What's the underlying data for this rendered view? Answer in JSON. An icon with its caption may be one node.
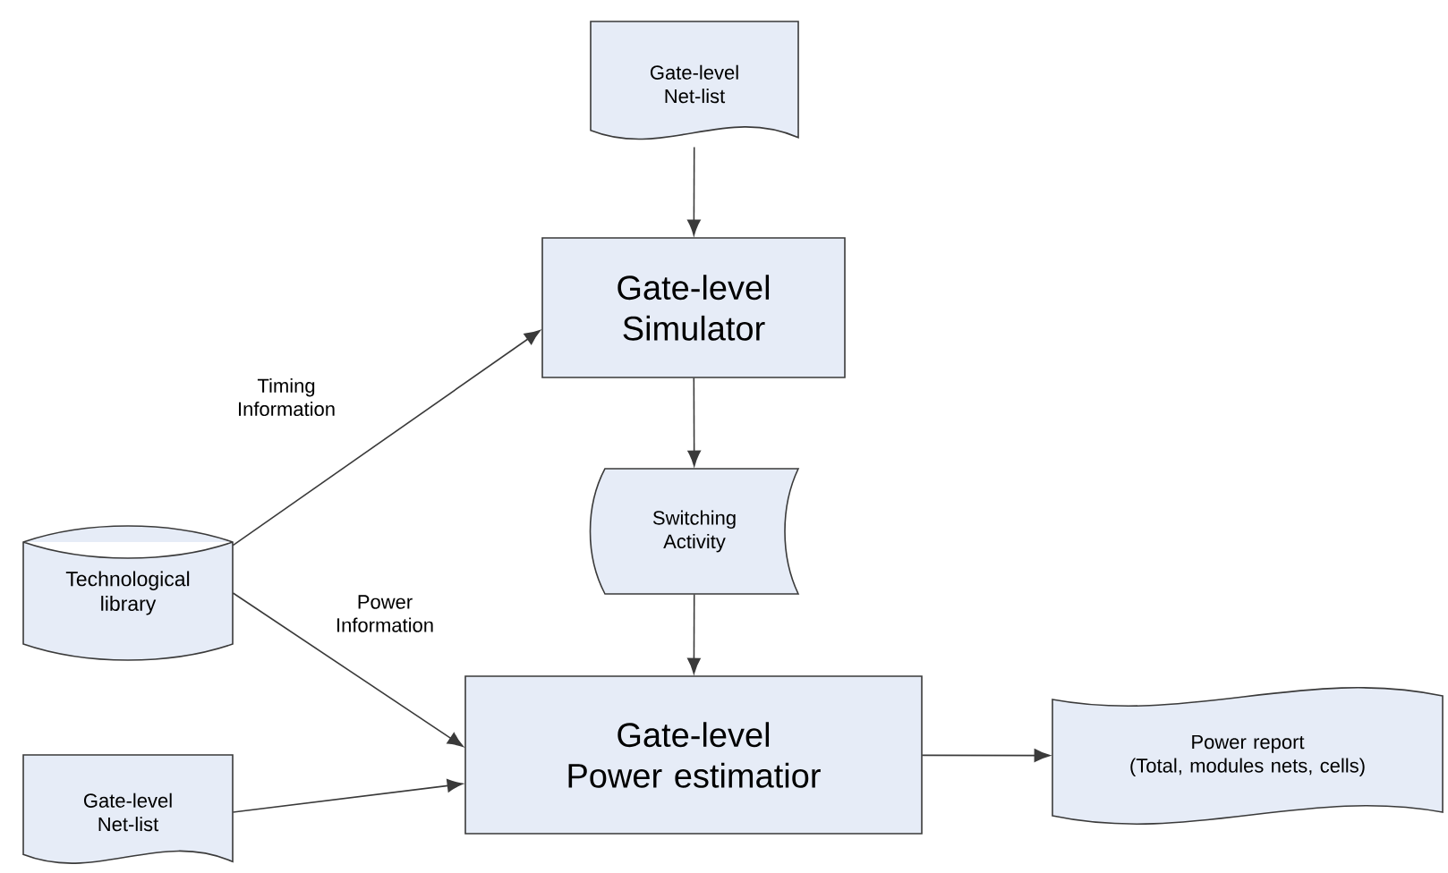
{
  "diagram": {
    "nodes": [
      {
        "text": [
          "Gate-level Net-list"
        ]
      },
      {
        "text": [
          "Gate-level Simulator"
        ]
      },
      {
        "text": [
          "Switching Activity"
        ]
      },
      {
        "text": [
          "Technological library"
        ]
      },
      {
        "text": [
          "Gate-level Power estimatior"
        ]
      },
      {
        "text": [
          "Gate-level Net-list"
        ]
      },
      {
        "text": [
          "Power report",
          "(Total, modules nets, cells)"
        ]
      }
    ],
    "edges": [
      {
        "from": 0,
        "to": 1,
        "arrow": "to"
      },
      {
        "from": 1,
        "to": 2,
        "arrow": "to"
      },
      {
        "from": 2,
        "to": 4,
        "arrow": "to"
      },
      {
        "from": 3,
        "to": 1,
        "arrow": "to",
        "label": "Timing Information"
      },
      {
        "from": 3,
        "to": 4,
        "arrow": "to",
        "label": "Power Information"
      },
      {
        "from": 5,
        "to": 4,
        "arrow": "to"
      },
      {
        "from": 4,
        "to": 6,
        "arrow": "to"
      }
    ]
  }
}
